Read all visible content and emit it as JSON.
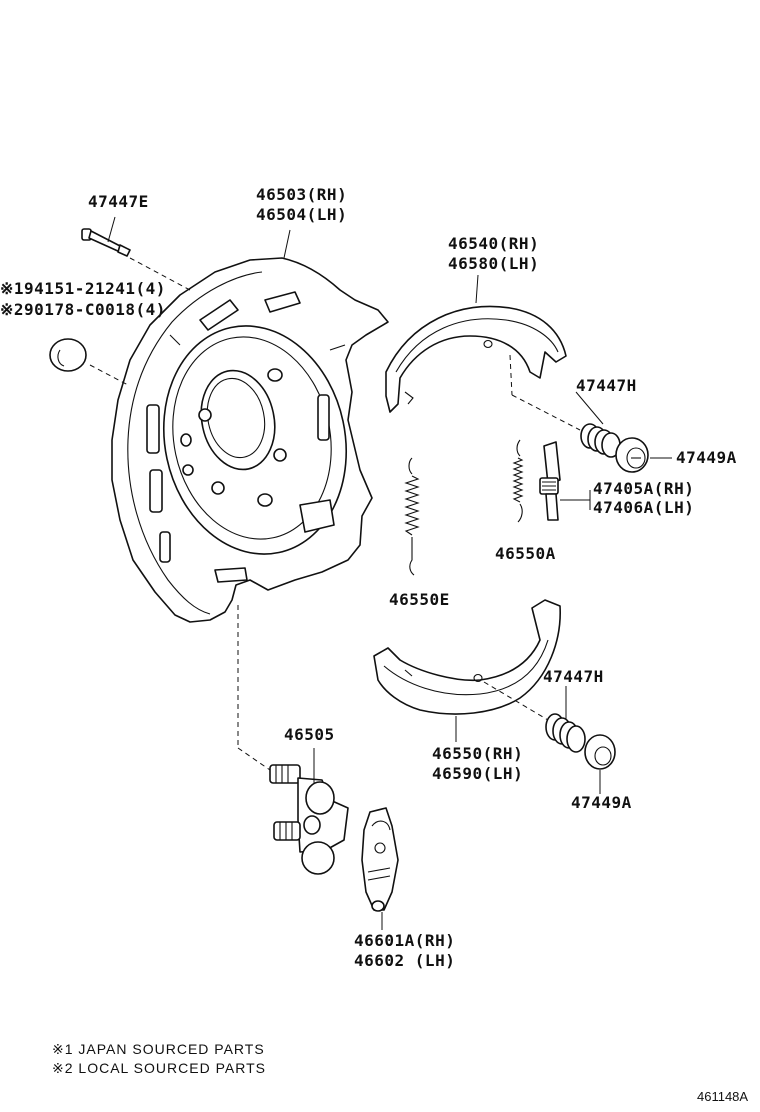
{
  "labels": {
    "l47447e": "47447E",
    "l46503": "46503(RH)",
    "l46504": "46504(LH)",
    "l194151": "※194151-21241(4)",
    "l290178": "※290178-C0018(4)",
    "l46540": "46540(RH)",
    "l46580": "46580(LH)",
    "l47447h_a": "47447H",
    "l47449a_a": "47449A",
    "l47405a": "47405A(RH)",
    "l47406a": "47406A(LH)",
    "l46550a": "46550A",
    "l46550e": "46550E",
    "l47447h_b": "47447H",
    "l46505": "46505",
    "l46550": "46550(RH)",
    "l46590": "46590(LH)",
    "l47449a_b": "47449A",
    "l46601a": "46601A(RH)",
    "l46602": "46602  (LH)"
  },
  "notes": {
    "note1": "※1 JAPAN SOURCED PARTS",
    "note2": "※2 LOCAL SOURCED PARTS"
  },
  "diagram_code": "461148A"
}
